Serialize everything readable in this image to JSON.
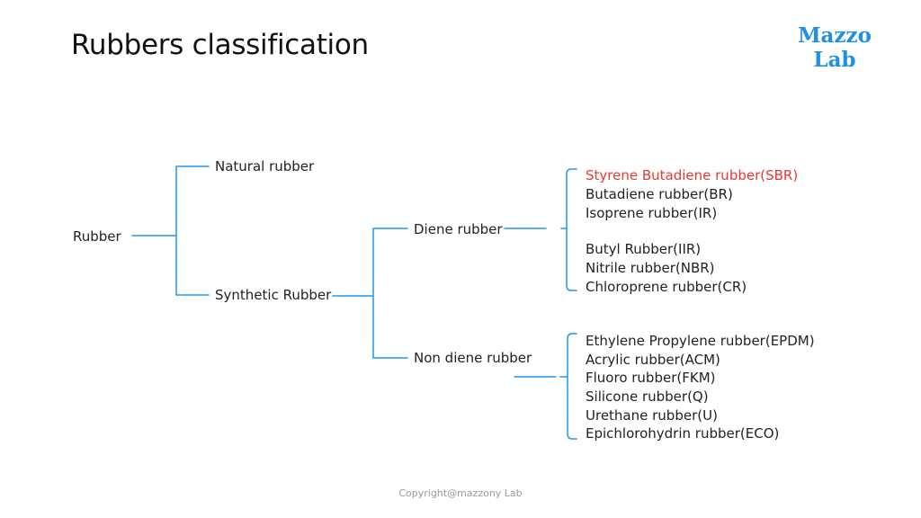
{
  "slide": {
    "title": "Rubbers classification"
  },
  "logo": {
    "line1": "Mazzo",
    "line2": "Lab",
    "color": "#1e90e8"
  },
  "colors": {
    "connector": "#2196f3",
    "highlight": "#e53935",
    "text": "#222222"
  },
  "tree": {
    "root": "Rubber",
    "natural": "Natural rubber",
    "synthetic": "Synthetic Rubber",
    "diene": "Diene rubber",
    "non_diene": "Non diene rubber",
    "diene_types": [
      "Styrene Butadiene rubber(SBR)",
      "Butadiene rubber(BR)",
      "Isoprene rubber(IR)",
      "Butyl Rubber(IIR)",
      "Nitrile rubber(NBR)",
      "Chloroprene rubber(CR)"
    ],
    "non_diene_types": [
      "Ethylene Propylene rubber(EPDM)",
      "Acrylic rubber(ACM)",
      "Fluoro rubber(FKM)",
      "Silicone rubber(Q)",
      "Urethane rubber(U)",
      "Epichlorohydrin rubber(ECO)"
    ]
  },
  "footer": {
    "copyright": "Copyright@mazzony Lab"
  }
}
